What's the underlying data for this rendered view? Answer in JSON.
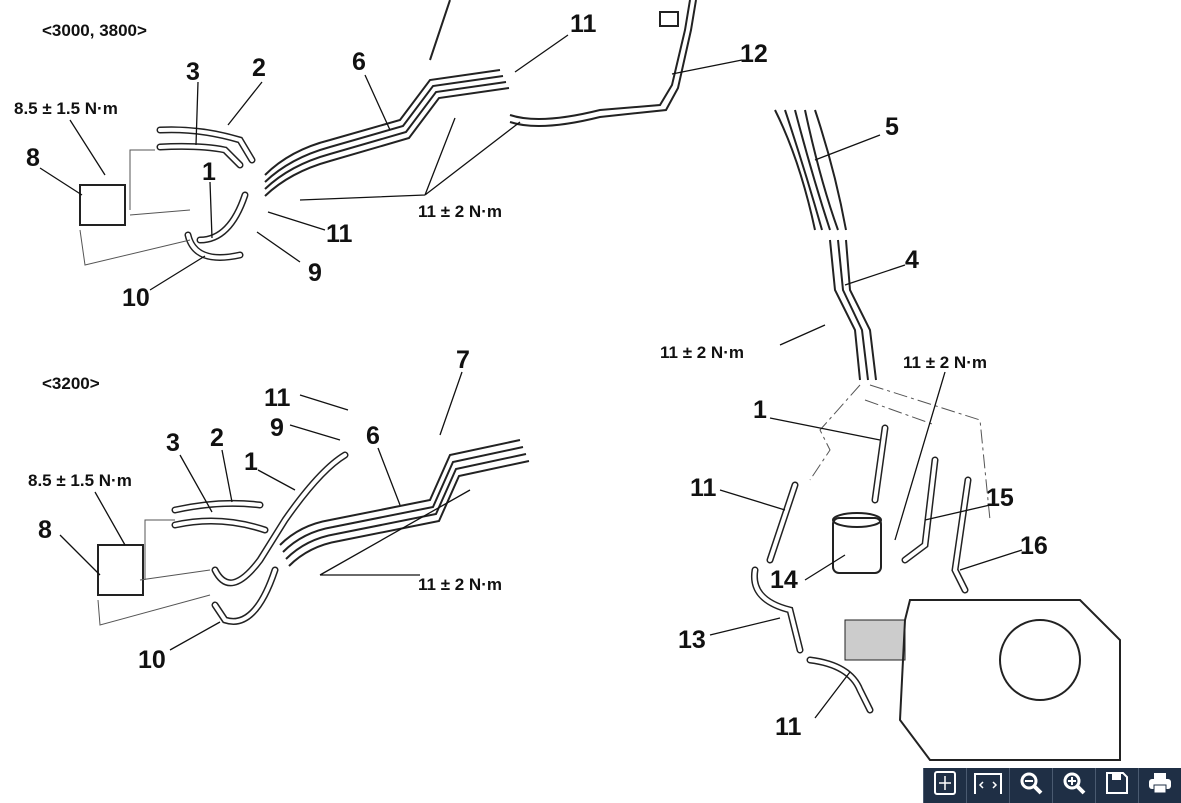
{
  "headers": [
    "<3000, 3800>",
    "<3200>"
  ],
  "top_labels": [
    "3",
    "2",
    "6",
    "11",
    "12",
    "8.5 ± 1.5 N·m",
    "8",
    "1",
    "11",
    "9",
    "10",
    "11 ± 2 N·m"
  ],
  "right_labels": [
    "5",
    "4",
    "11 ± 2 N·m",
    "11 ± 2 N·m",
    "1",
    "11",
    "15",
    "16",
    "14",
    "13",
    "11"
  ],
  "bottom_labels": [
    "7",
    "11",
    "9",
    "6",
    "3",
    "2",
    "1",
    "8.5 ± 1.5 N·m",
    "8",
    "11 ± 2 N·m",
    "10"
  ],
  "toolbar": [
    {
      "icon": "fit-to-page-icon"
    },
    {
      "icon": "fit-width-icon"
    },
    {
      "icon": "zoom-out-icon"
    },
    {
      "icon": "zoom-in-icon"
    },
    {
      "icon": "save-icon"
    },
    {
      "icon": "print-icon"
    }
  ]
}
